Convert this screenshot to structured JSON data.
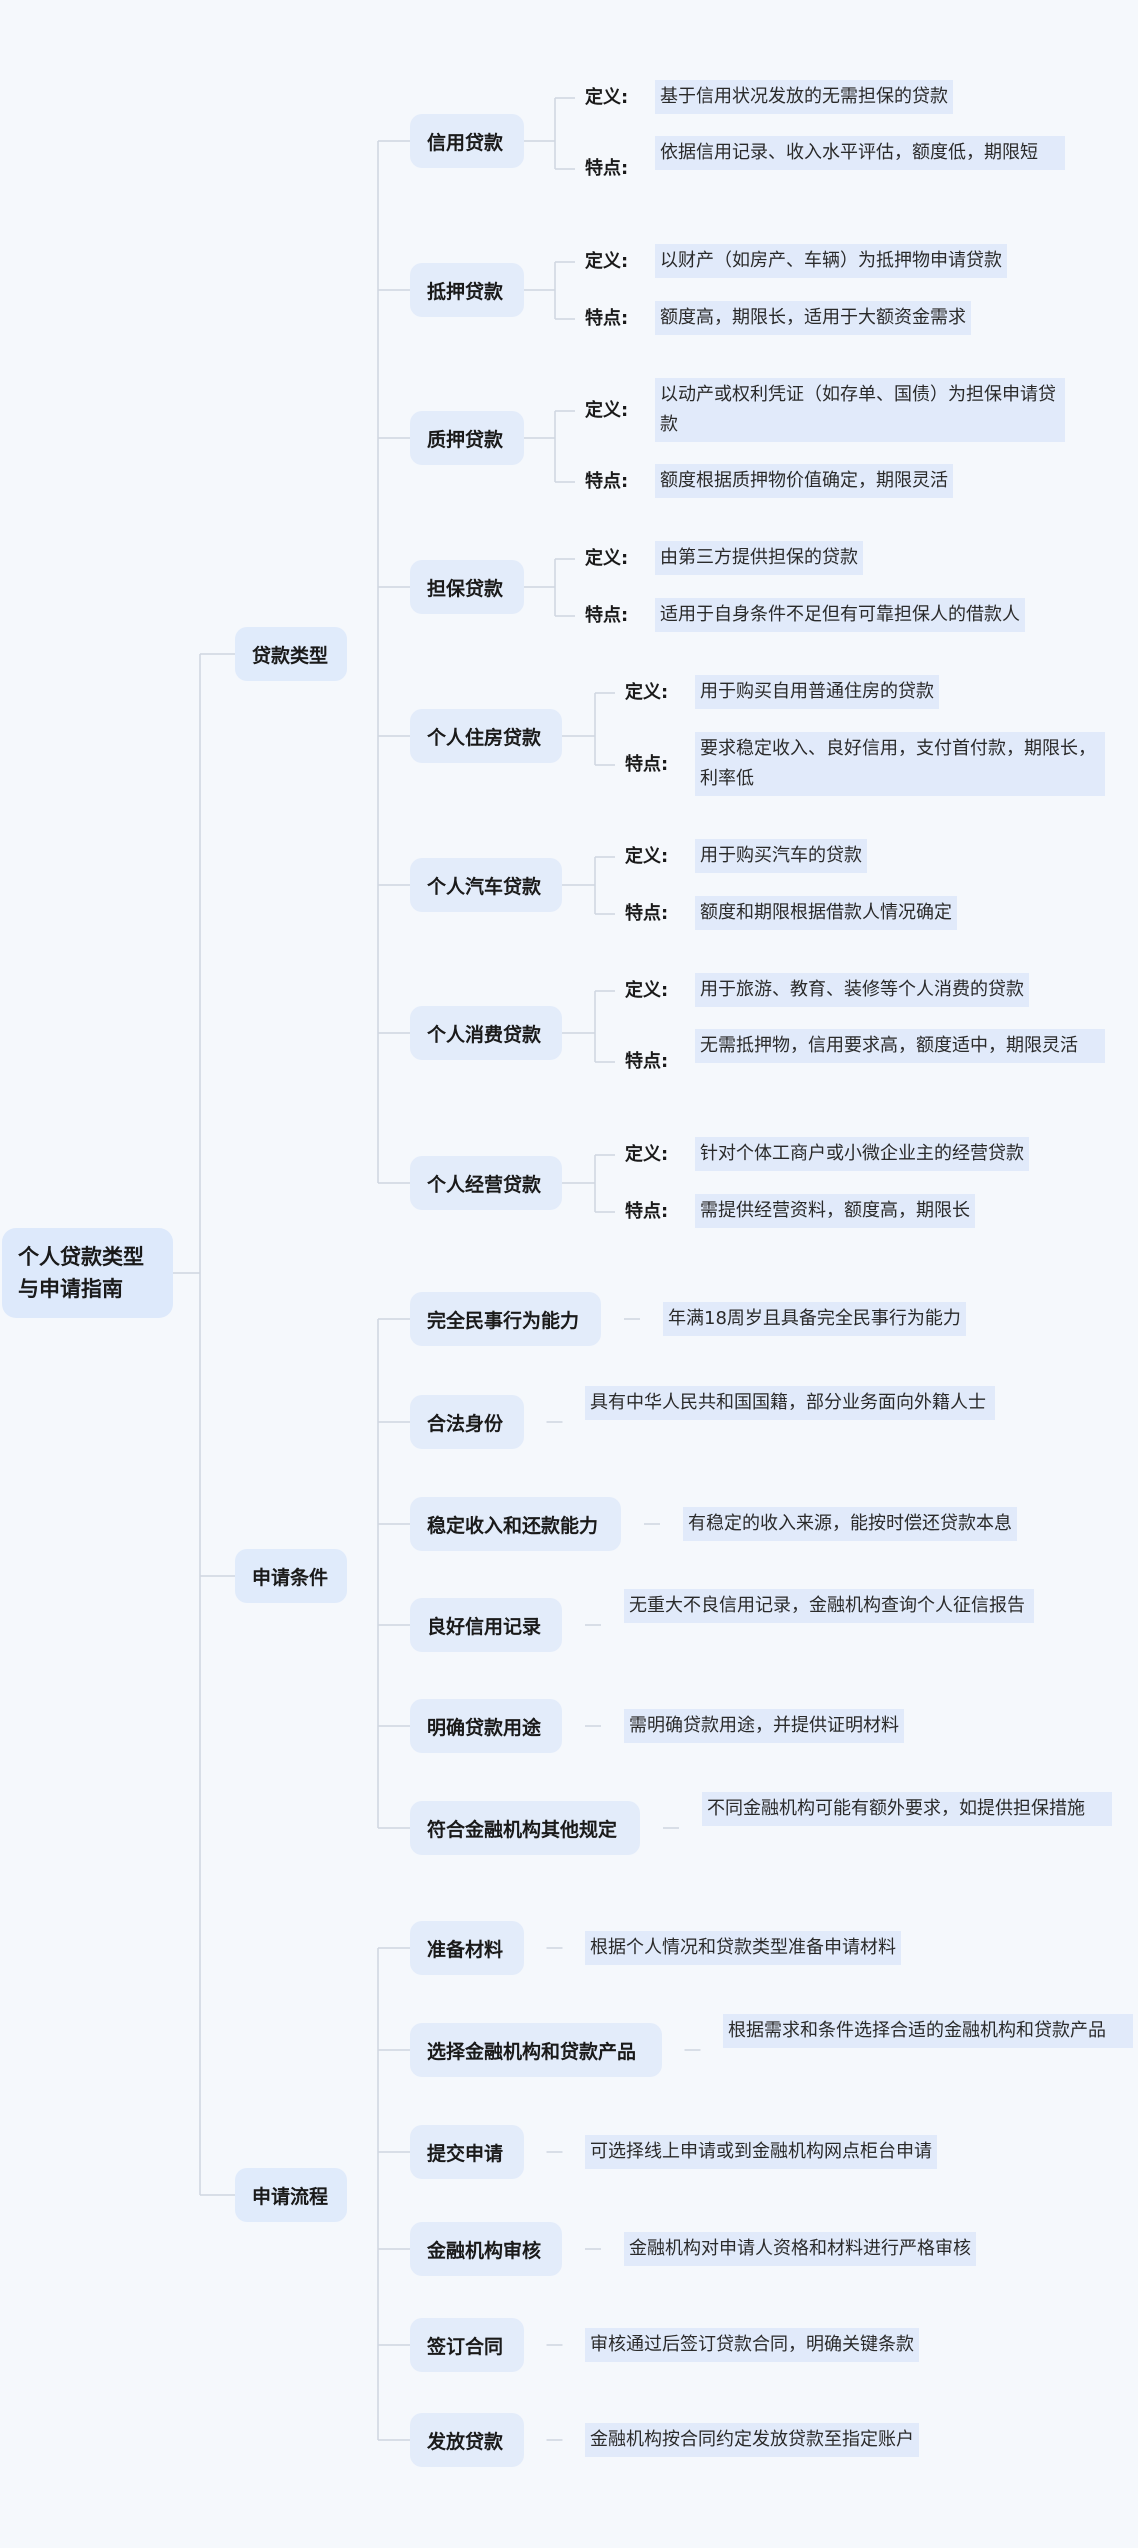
{
  "root": "个人贷款类型与申请指南",
  "sections": [
    {
      "title": "贷款类型",
      "items": [
        {
          "title": "信用贷款",
          "entries": [
            {
              "label": "定义:",
              "value": "基于信用状况发放的无需担保的贷款"
            },
            {
              "label": "特点:",
              "value": "依据信用记录、收入水平评估，额度低，期限短"
            }
          ]
        },
        {
          "title": "抵押贷款",
          "entries": [
            {
              "label": "定义:",
              "value": "以财产（如房产、车辆）为抵押物申请贷款"
            },
            {
              "label": "特点:",
              "value": "额度高，期限长，适用于大额资金需求"
            }
          ]
        },
        {
          "title": "质押贷款",
          "entries": [
            {
              "label": "定义:",
              "value": "以动产或权利凭证（如存单、国债）为担保申请贷款"
            },
            {
              "label": "特点:",
              "value": "额度根据质押物价值确定，期限灵活"
            }
          ]
        },
        {
          "title": "担保贷款",
          "entries": [
            {
              "label": "定义:",
              "value": "由第三方提供担保的贷款"
            },
            {
              "label": "特点:",
              "value": "适用于自身条件不足但有可靠担保人的借款人"
            }
          ]
        },
        {
          "title": "个人住房贷款",
          "entries": [
            {
              "label": "定义:",
              "value": "用于购买自用普通住房的贷款"
            },
            {
              "label": "特点:",
              "value": "要求稳定收入、良好信用，支付首付款，期限长，利率低"
            }
          ]
        },
        {
          "title": "个人汽车贷款",
          "entries": [
            {
              "label": "定义:",
              "value": "用于购买汽车的贷款"
            },
            {
              "label": "特点:",
              "value": "额度和期限根据借款人情况确定"
            }
          ]
        },
        {
          "title": "个人消费贷款",
          "entries": [
            {
              "label": "定义:",
              "value": "用于旅游、教育、装修等个人消费的贷款"
            },
            {
              "label": "特点:",
              "value": "无需抵押物，信用要求高，额度适中，期限灵活"
            }
          ]
        },
        {
          "title": "个人经营贷款",
          "entries": [
            {
              "label": "定义:",
              "value": "针对个体工商户或小微企业主的经营贷款"
            },
            {
              "label": "特点:",
              "value": "需提供经营资料，额度高，期限长"
            }
          ]
        }
      ]
    },
    {
      "title": "申请条件",
      "items": [
        {
          "title": "完全民事行为能力",
          "desc": "年满18周岁且具备完全民事行为能力"
        },
        {
          "title": "合法身份",
          "desc": "具有中华人民共和国国籍，部分业务面向外籍人士"
        },
        {
          "title": "稳定收入和还款能力",
          "desc": "有稳定的收入来源，能按时偿还贷款本息"
        },
        {
          "title": "良好信用记录",
          "desc": "无重大不良信用记录，金融机构查询个人征信报告"
        },
        {
          "title": "明确贷款用途",
          "desc": "需明确贷款用途，并提供证明材料"
        },
        {
          "title": "符合金融机构其他规定",
          "desc": "不同金融机构可能有额外要求，如提供担保措施"
        }
      ]
    },
    {
      "title": "申请流程",
      "items": [
        {
          "title": "准备材料",
          "desc": "根据个人情况和贷款类型准备申请材料"
        },
        {
          "title": "选择金融机构和贷款产品",
          "desc": "根据需求和条件选择合适的金融机构和贷款产品"
        },
        {
          "title": "提交申请",
          "desc": "可选择线上申请或到金融机构网点柜台申请"
        },
        {
          "title": "金融机构审核",
          "desc": "金融机构对申请人资格和材料进行严格审核"
        },
        {
          "title": "签订合同",
          "desc": "审核通过后签订贷款合同，明确关键条款"
        },
        {
          "title": "发放贷款",
          "desc": "金融机构按合同约定发放贷款至指定账户"
        }
      ]
    }
  ]
}
